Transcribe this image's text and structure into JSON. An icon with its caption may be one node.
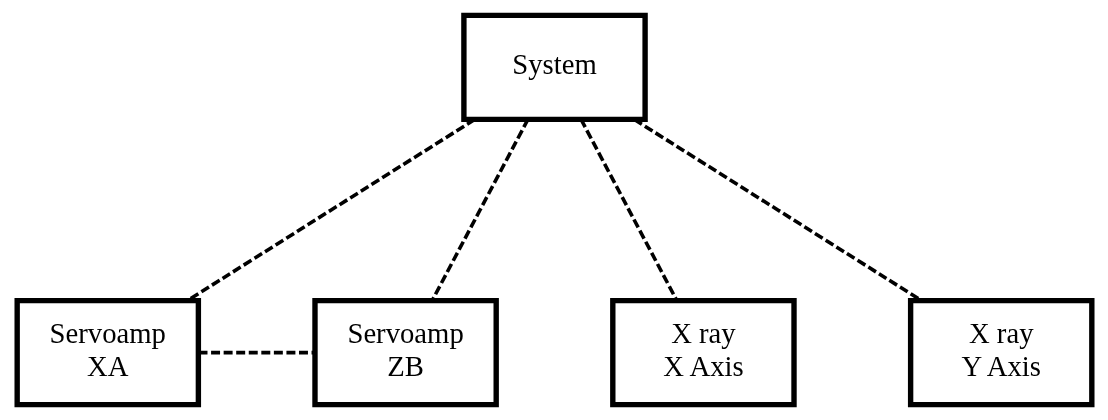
{
  "diagram": {
    "nodes": [
      {
        "text": [
          "System"
        ]
      },
      {
        "text": [
          "Servoamp XA"
        ]
      },
      {
        "text": [
          "Servoamp ZB"
        ]
      },
      {
        "text": [
          "X ray X Axis"
        ]
      },
      {
        "text": [
          "X ray Y Axis"
        ]
      }
    ],
    "edges": [
      {
        "from": 0,
        "to": 1,
        "arrow": "none",
        "style": "dashed"
      },
      {
        "from": 0,
        "to": 2,
        "arrow": "none",
        "style": "dashed"
      },
      {
        "from": 0,
        "to": 3,
        "arrow": "none",
        "style": "dashed"
      },
      {
        "from": 0,
        "to": 4,
        "arrow": "none",
        "style": "dashed"
      },
      {
        "from": 1,
        "to": 2,
        "arrow": "none",
        "style": "dashed"
      }
    ]
  }
}
